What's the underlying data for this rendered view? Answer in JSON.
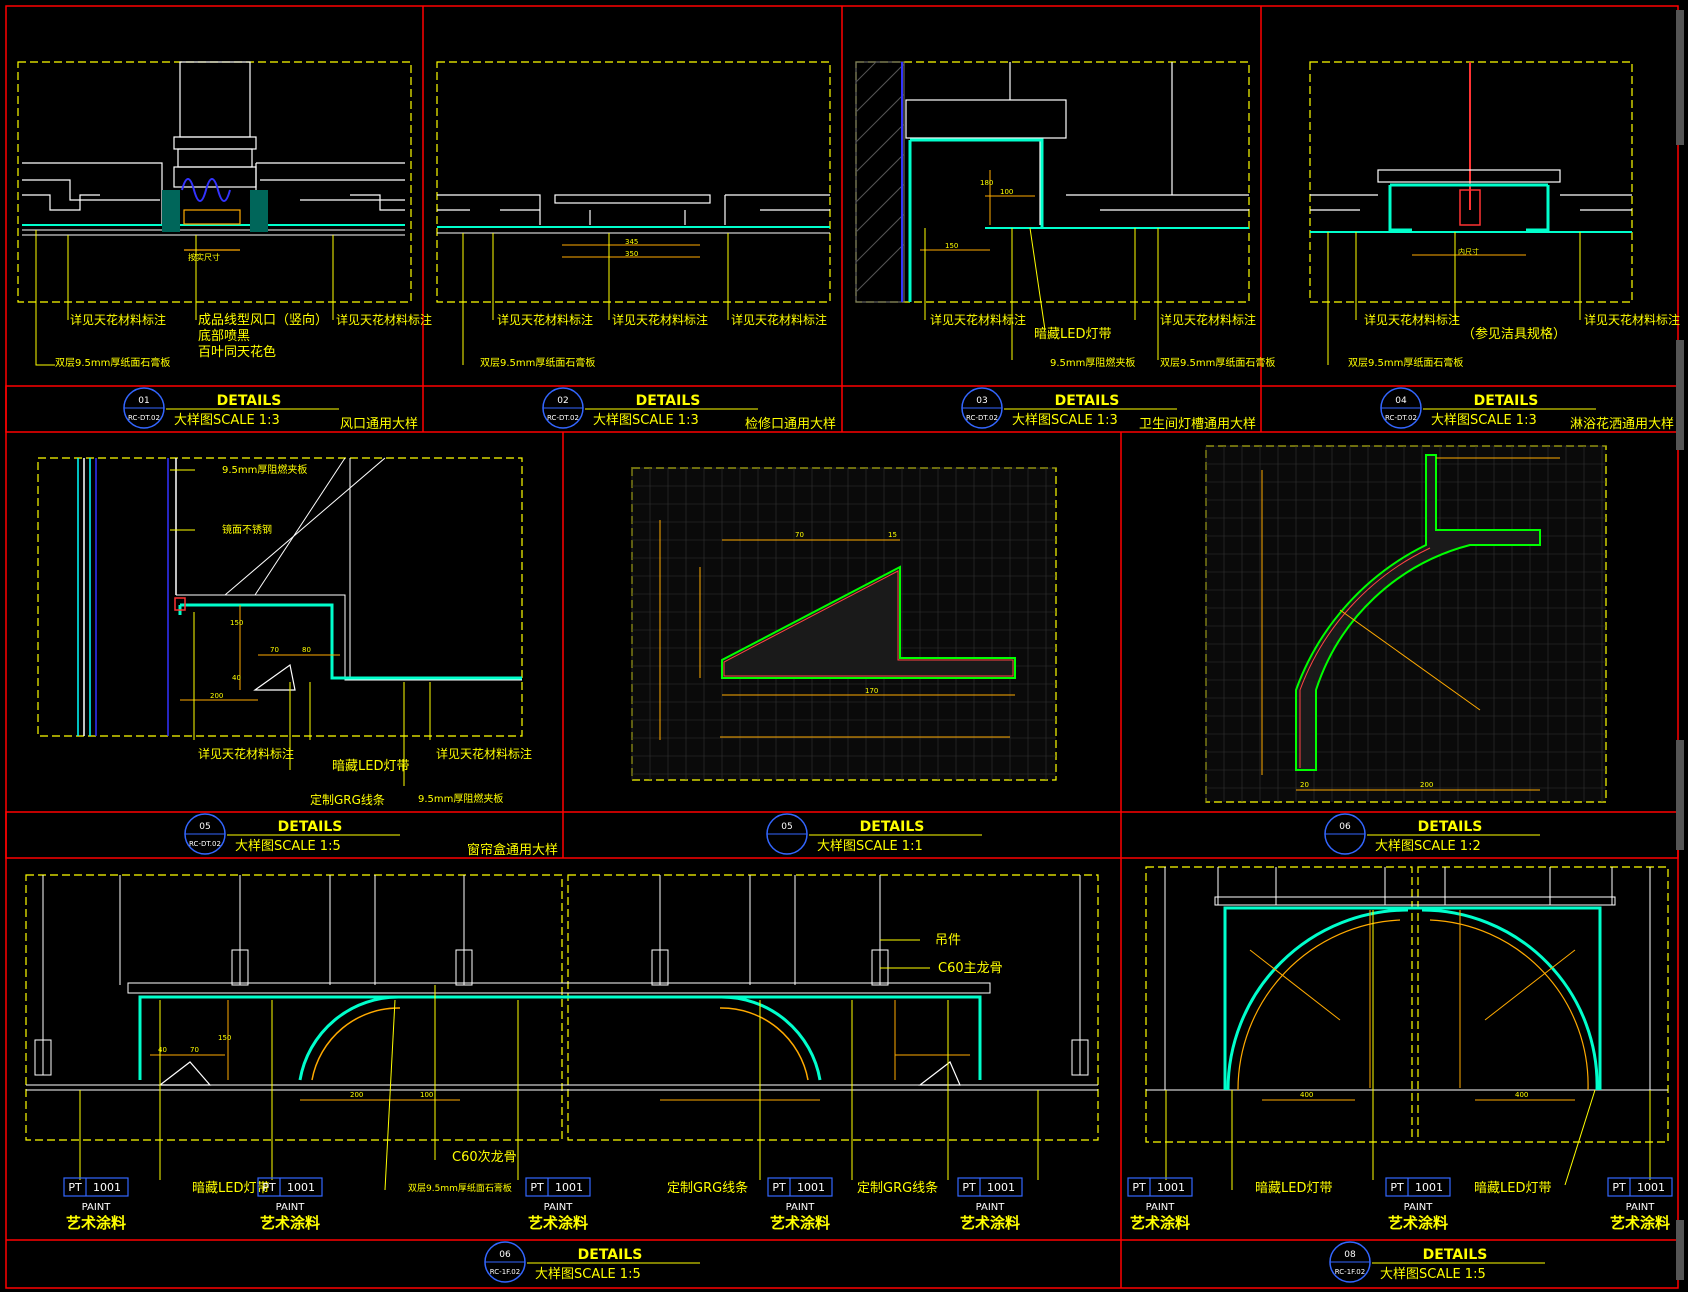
{
  "details": [
    {
      "num": "01",
      "ref": "RC-DT.02",
      "title": "DETAILS",
      "scale_label": "大样图SCALE 1:3",
      "caption": "风口通用大样",
      "notes": [
        "详见天花材料标注",
        "成品线型风口（竖向）",
        "底部喷黑",
        "百叶同天花色",
        "详见天花材料标注",
        "双层9.5mm厚纸面石膏板"
      ],
      "dim": "按实尺寸"
    },
    {
      "num": "02",
      "ref": "RC-DT.02",
      "title": "DETAILS",
      "scale_label": "大样图SCALE 1:3",
      "caption": "检修口通用大样",
      "notes": [
        "详见天花材料标注",
        "详见天花材料标注",
        "详见天花材料标注",
        "双层9.5mm厚纸面石膏板"
      ],
      "dims": [
        "345",
        "350"
      ]
    },
    {
      "num": "03",
      "ref": "RC-DT.02",
      "title": "DETAILS",
      "scale_label": "大样图SCALE 1:3",
      "caption": "卫生间灯槽通用大样",
      "notes": [
        "详见天花材料标注",
        "暗藏LED灯带",
        "详见天花材料标注",
        "9.5mm厚阻燃夹板",
        "双层9.5mm厚纸面石膏板"
      ],
      "dims": [
        "180",
        "100",
        "150"
      ]
    },
    {
      "num": "04",
      "ref": "RC-DT.02",
      "title": "DETAILS",
      "scale_label": "大样图SCALE 1:3",
      "caption": "淋浴花洒通用大样",
      "notes": [
        "详见天花材料标注",
        "（参见洁具规格）",
        "详见天花材料标注",
        "双层9.5mm厚纸面石膏板"
      ],
      "dim": "内尺寸"
    },
    {
      "num": "05",
      "ref": "RC-DT.02",
      "title": "DETAILS",
      "scale_label": "大样图SCALE 1:5",
      "caption": "窗帘盒通用大样",
      "notes": [
        "9.5mm厚阻燃夹板",
        "镜面不锈钢",
        "详见天花材料标注",
        "暗藏LED灯带",
        "详见天花材料标注",
        "定制GRG线条",
        "9.5mm厚阻燃夹板"
      ],
      "dims": [
        "70",
        "40",
        "80",
        "200",
        "150"
      ]
    },
    {
      "num": "05",
      "ref": "",
      "title": "DETAILS",
      "scale_label": "大样图SCALE 1:1",
      "caption": "",
      "dims": [
        "70",
        "15",
        "170"
      ]
    },
    {
      "num": "06",
      "ref": "",
      "title": "DETAILS",
      "scale_label": "大样图SCALE 1:2",
      "caption": "",
      "dims": [
        "20",
        "200"
      ]
    },
    {
      "num": "06",
      "ref": "RC-1F.02",
      "title": "DETAILS",
      "scale_label": "大样图SCALE 1:5",
      "caption": "",
      "notes": [
        "吊件",
        "C60主龙骨",
        "C60次龙骨",
        "双层9.5mm厚纸面石膏板",
        "暗藏LED灯带",
        "定制GRG线条",
        "定制GRG线条"
      ],
      "tag_code": "PT",
      "tag_num": "1001",
      "tag_sub": "PAINT",
      "tag_name": "艺术涂料",
      "dims": [
        "200",
        "100",
        "150",
        "40",
        "70"
      ]
    },
    {
      "num": "08",
      "ref": "RC-1F.02",
      "title": "DETAILS",
      "scale_label": "大样图SCALE 1:5",
      "caption": "",
      "notes": [
        "暗藏LED灯带",
        "暗藏LED灯带"
      ],
      "tag_code": "PT",
      "tag_num": "1001",
      "tag_sub": "PAINT",
      "tag_name": "艺术涂料",
      "dims": [
        "400",
        "400"
      ]
    }
  ],
  "colors": {
    "frame": "#ff0000",
    "text": "#ffff00",
    "line": "#ffffff",
    "accent": "#00ffcc",
    "green": "#00ff00",
    "blue": "#0000ff",
    "dim": "#ffaa00"
  }
}
